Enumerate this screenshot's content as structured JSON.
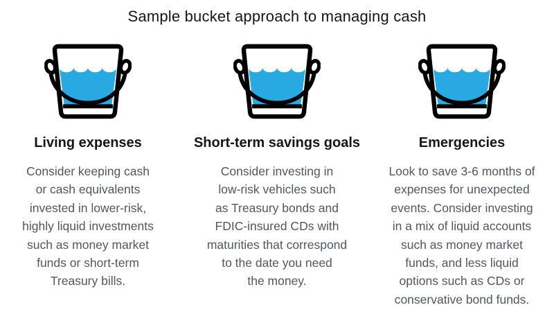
{
  "title": "Sample bucket approach to managing cash",
  "colors": {
    "water": "#29A9E1",
    "outline": "#000000",
    "heading": "#161616",
    "body": "#53565A"
  },
  "columns": [
    {
      "icon": "bucket-icon",
      "heading": "Living expenses",
      "body": "Consider keeping cash\nor cash equivalents\ninvested in lower-risk,\nhighly liquid investments\nsuch as money market\nfunds or short-term\nTreasury bills."
    },
    {
      "icon": "bucket-icon",
      "heading": "Short-term savings goals",
      "body": "Consider investing in\nlow-risk vehicles such\nas Treasury bonds and\nFDIC-insured CDs with\nmaturities that correspond\nto the date you need\nthe money."
    },
    {
      "icon": "bucket-icon",
      "heading": "Emergencies",
      "body": "Look to save 3-6 months of\nexpenses for unexpected\nevents. Consider investing\nin a mix of liquid accounts\nsuch as money market\nfunds, and less liquid\noptions such as CDs or\nconservative bond funds."
    }
  ]
}
